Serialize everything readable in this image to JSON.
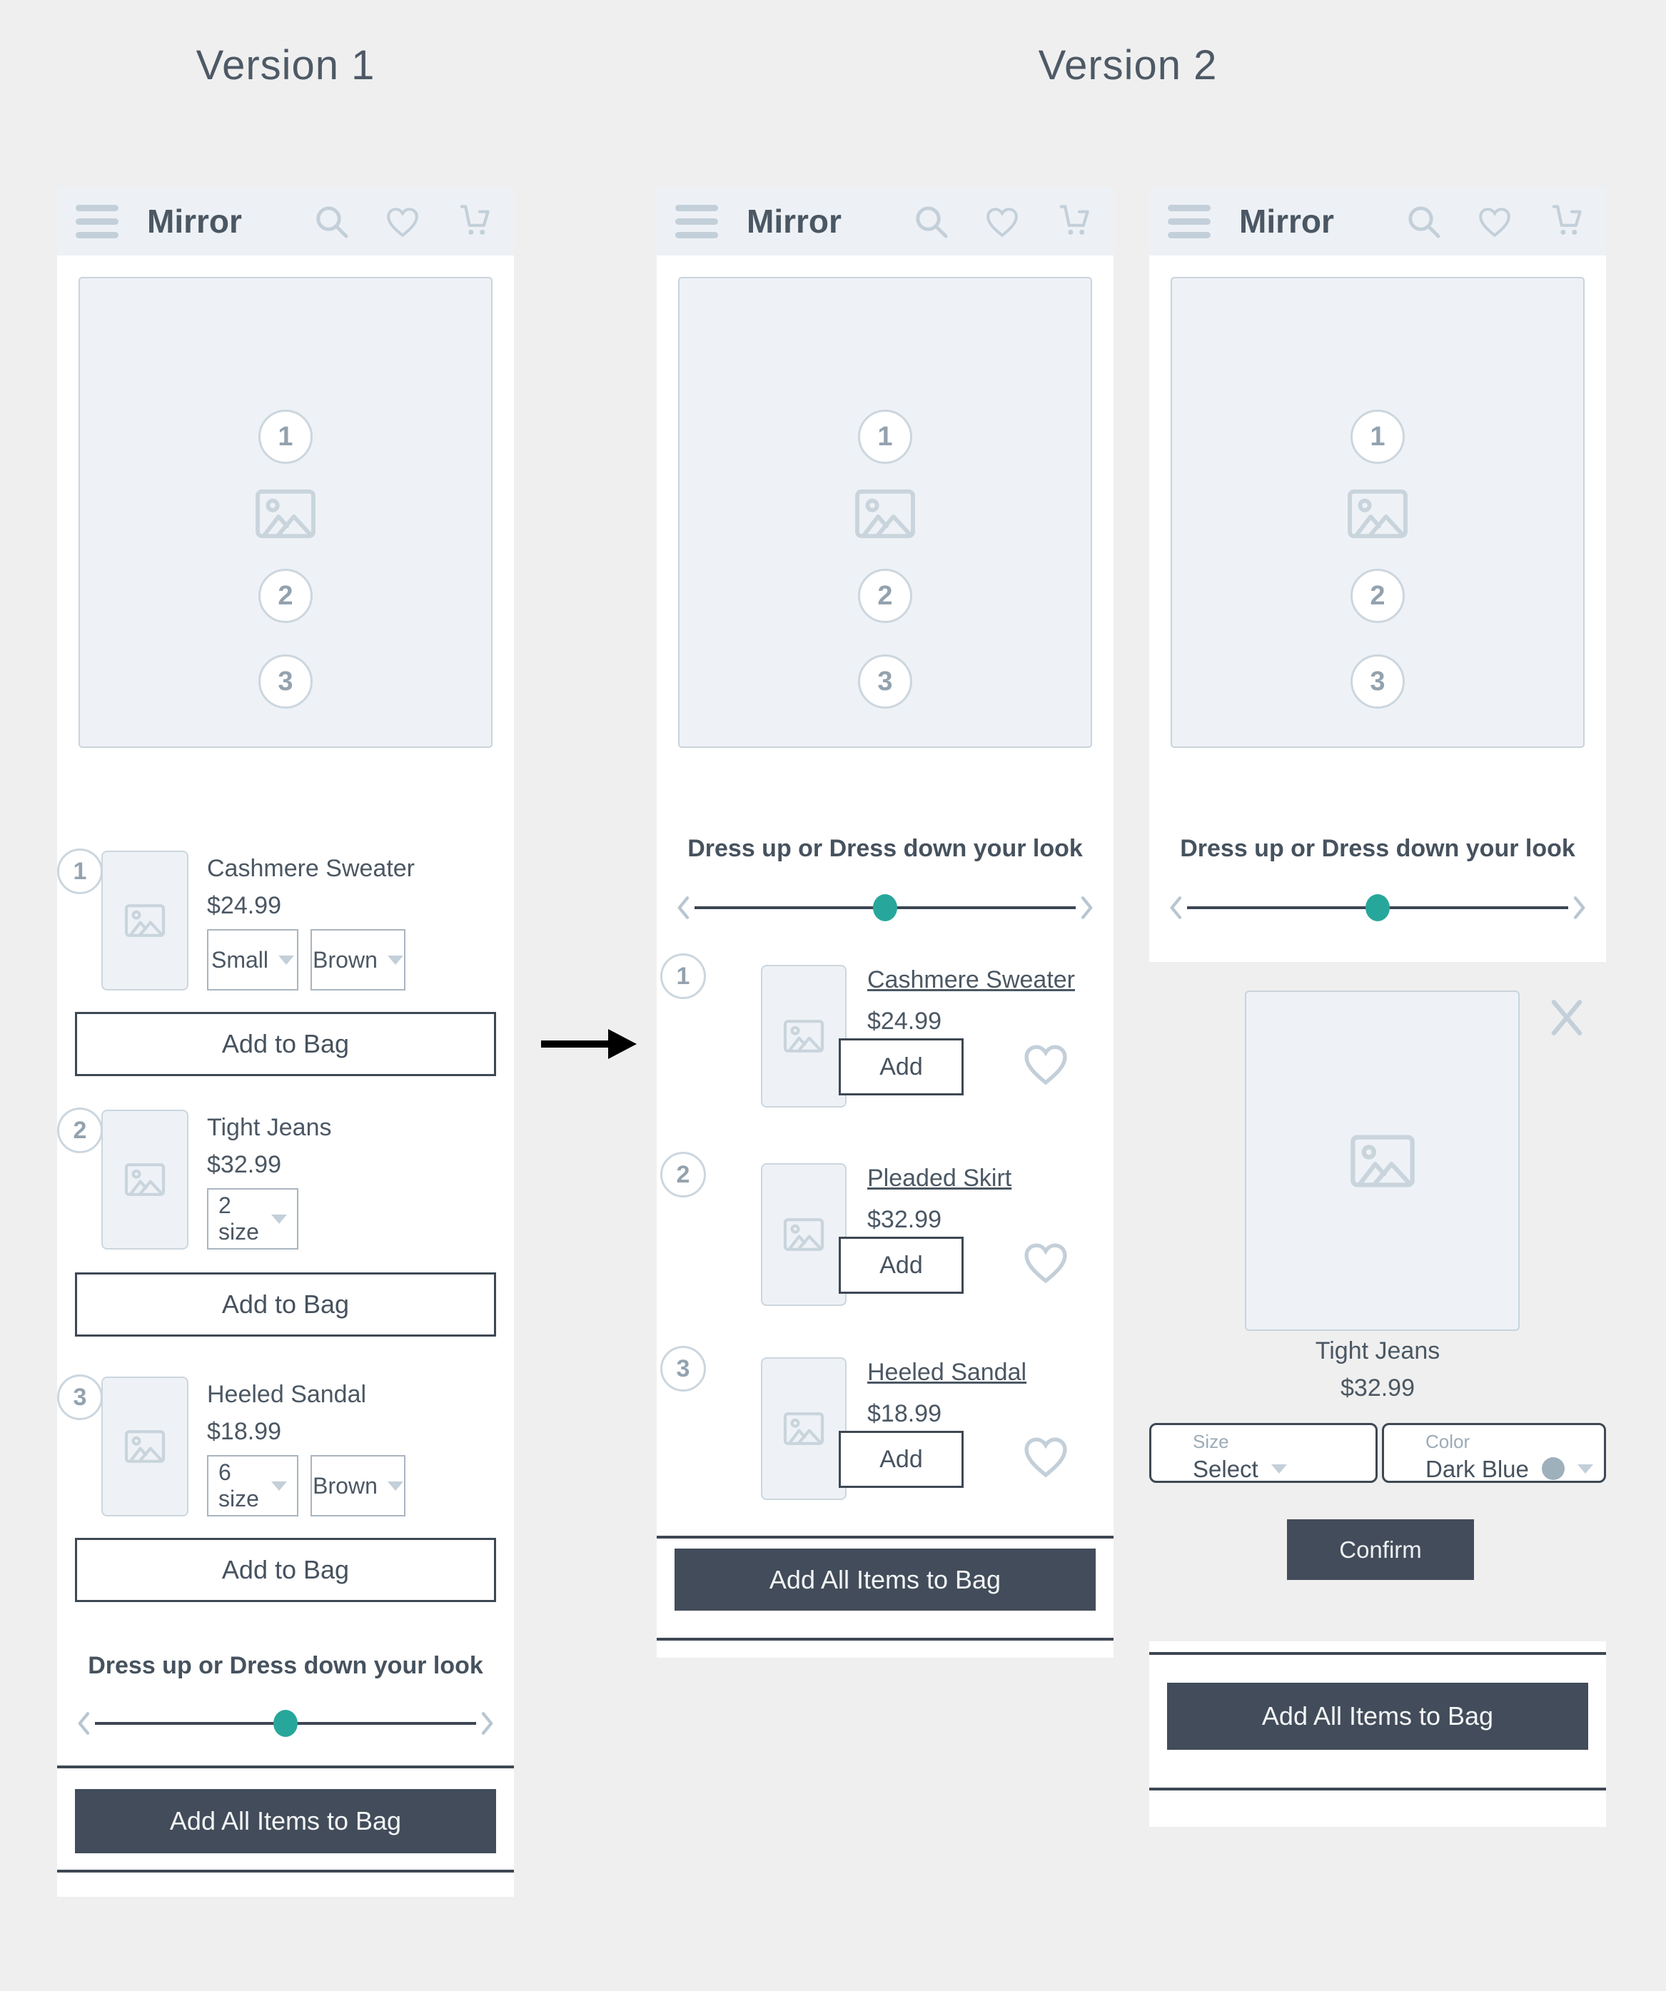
{
  "titles": {
    "version1": "Version 1",
    "version2": "Version 2"
  },
  "appbar": {
    "brand": "Mirror",
    "icons": {
      "menu": "hamburger-icon",
      "search": "magnifier-icon",
      "favorites": "heart-icon",
      "cart": "shopping-cart-icon"
    }
  },
  "stack": {
    "steps": [
      "1",
      "2",
      "3"
    ]
  },
  "slider": {
    "label": "Dress up or Dress down your look"
  },
  "cta": {
    "add_all": "Add All Items to Bag"
  },
  "phone1": {
    "products": [
      {
        "number": "1",
        "name": "Cashmere Sweater",
        "price": "$24.99",
        "options": [
          "Small",
          "Brown"
        ],
        "add_label": "Add to Bag"
      },
      {
        "number": "2",
        "name": "Tight Jeans",
        "price": "$32.99",
        "options": [
          "2 size"
        ],
        "add_label": "Add to Bag"
      },
      {
        "number": "3",
        "name": "Heeled Sandal",
        "price": "$18.99",
        "options": [
          "6 size",
          "Brown"
        ],
        "add_label": "Add to Bag"
      }
    ]
  },
  "phone2": {
    "products": [
      {
        "number": "1",
        "name": "Cashmere Sweater",
        "price": "$24.99",
        "add_label": "Add"
      },
      {
        "number": "2",
        "name": "Pleaded Skirt",
        "price": "$32.99",
        "add_label": "Add"
      },
      {
        "number": "3",
        "name": "Heeled Sandal",
        "price": "$18.99",
        "add_label": "Add"
      }
    ]
  },
  "phone3": {
    "detail": {
      "name": "Tight Jeans",
      "price": "$32.99",
      "size_label": "Size",
      "size_value": "Select",
      "color_label": "Color",
      "color_value": "Dark Blue",
      "confirm_label": "Confirm"
    }
  },
  "colors": {
    "page_bg": "#efefef",
    "appbar_bg": "#edf1f5",
    "wireframe": "#c3cfd9",
    "placeholder_bg": "#eef2f6",
    "placeholder_border": "#c9d4dc",
    "text_dark": "#4b5763",
    "divider": "#3e4854",
    "dark_button": "#424c5a",
    "accent_teal": "#27a79b",
    "swatch_dark_blue": "#9fb0bd"
  }
}
